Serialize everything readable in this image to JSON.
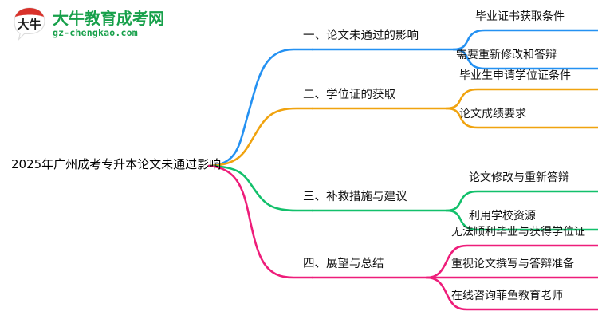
{
  "brand": {
    "logo_icon": "speech-bubble-logo-icon",
    "logo_mark_text": "大牛",
    "title": "大牛教育成考网",
    "domain": "gz-chengkao.com",
    "color_green": "#17a04a",
    "color_red": "#d9322b"
  },
  "mindmap": {
    "root": {
      "label": "2025年广州成考专升本论文未通过影响"
    },
    "branches": [
      {
        "label": "一、论文未通过的影响",
        "color": "#2491f2",
        "children": [
          {
            "label": "毕业证书获取条件"
          },
          {
            "label": "需要重新修改和答辩"
          }
        ]
      },
      {
        "label": "二、学位证的获取",
        "color": "#f0a30f",
        "children": [
          {
            "label": "毕业生申请学位证条件"
          },
          {
            "label": "论文成绩要求"
          }
        ]
      },
      {
        "label": "三、补救措施与建议",
        "color": "#12c06b",
        "children": [
          {
            "label": "论文修改与重新答辩"
          },
          {
            "label": "利用学校资源"
          }
        ]
      },
      {
        "label": "四、展望与总结",
        "color": "#ee1d7a",
        "children": [
          {
            "label": "无法顺利毕业与获得学位证"
          },
          {
            "label": "重视论文撰写与答辩准备"
          },
          {
            "label": "在线咨询菲鱼教育老师"
          }
        ]
      }
    ]
  }
}
